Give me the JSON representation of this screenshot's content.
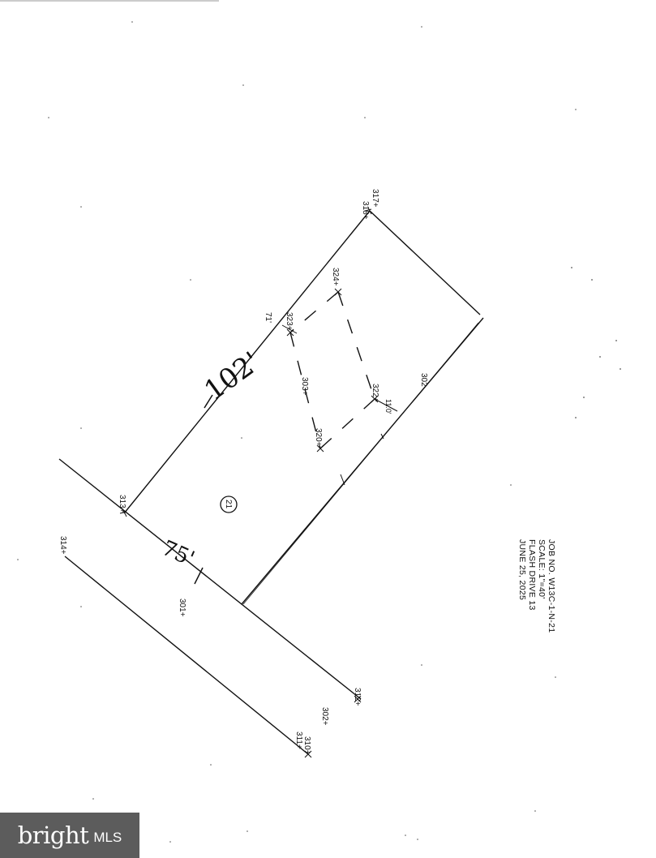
{
  "plat": {
    "points": [
      "317+",
      "318+",
      "324+",
      "323+",
      "303+",
      "322+",
      "320+",
      "313+",
      "314+",
      "301+",
      "312+",
      "302+",
      "310+",
      "311+",
      "302"
    ],
    "dimensions": [
      "71'",
      "11.0'"
    ],
    "lot_number": "21",
    "handwritten": [
      "102'",
      "75'"
    ]
  },
  "job_info": {
    "job_no": "JOB NO. W13C-1-N-21",
    "scale": "SCALE: 1\"=40'",
    "drive": "FLASH DRIVE 13",
    "date": "JUNE 25, 2025"
  },
  "logo": {
    "word": "bright",
    "suffix": "MLS"
  },
  "colors": {
    "ink": "#111111",
    "logo_bg": "#5c5c5c"
  }
}
